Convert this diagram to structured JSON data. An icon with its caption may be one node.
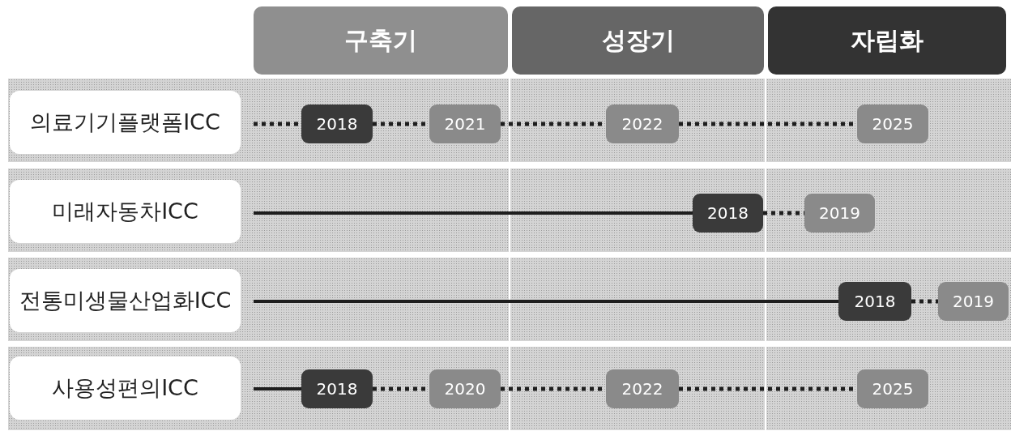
{
  "diagram": {
    "nodes": [
      {
        "text": [
          "구축기"
        ]
      },
      {
        "text": [
          "성장기"
        ]
      },
      {
        "text": [
          "자립화"
        ]
      },
      {
        "text": [
          "의료기기플랫폼ICC"
        ]
      },
      {
        "text": [
          "2018"
        ]
      },
      {
        "text": [
          "2021"
        ]
      },
      {
        "text": [
          "2022"
        ]
      },
      {
        "text": [
          "2025"
        ]
      },
      {
        "text": [
          "미래자동차ICC"
        ]
      },
      {
        "text": [
          "2018"
        ]
      },
      {
        "text": [
          "2019"
        ]
      },
      {
        "text": [
          "전통미생물산업화ICC"
        ]
      },
      {
        "text": [
          "2018"
        ]
      },
      {
        "text": [
          "2019"
        ]
      },
      {
        "text": [
          "사용성편의ICC"
        ]
      },
      {
        "text": [
          "2018"
        ]
      },
      {
        "text": [
          "2020"
        ]
      },
      {
        "text": [
          "2022"
        ]
      },
      {
        "text": [
          "2025"
        ]
      }
    ],
    "edges": [
      {
        "from": null,
        "to": 4,
        "arrow": "none",
        "style": "dashed"
      },
      {
        "from": 4,
        "to": 5,
        "arrow": "none",
        "style": "dashed"
      },
      {
        "from": 5,
        "to": 6,
        "arrow": "none",
        "style": "dashed"
      },
      {
        "from": 6,
        "to": 7,
        "arrow": "none",
        "style": "dashed"
      },
      {
        "from": null,
        "to": 9,
        "arrow": "none"
      },
      {
        "from": 9,
        "to": 10,
        "arrow": "none",
        "style": "dashed"
      },
      {
        "from": null,
        "to": 12,
        "arrow": "none"
      },
      {
        "from": 12,
        "to": 13,
        "arrow": "none",
        "style": "dashed"
      },
      {
        "from": null,
        "to": 15,
        "arrow": "none"
      },
      {
        "from": 15,
        "to": 16,
        "arrow": "none",
        "style": "dashed"
      },
      {
        "from": 16,
        "to": 17,
        "arrow": "none",
        "style": "dashed"
      },
      {
        "from": 17,
        "to": 18,
        "arrow": "none",
        "style": "dashed"
      }
    ]
  }
}
